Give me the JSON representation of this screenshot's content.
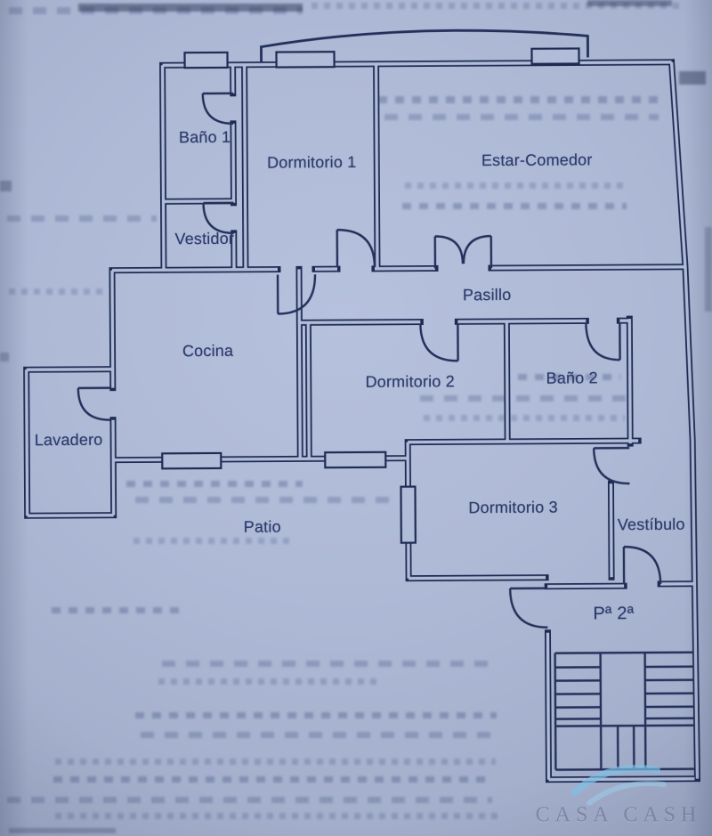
{
  "rooms": {
    "bano1": "Baño 1",
    "dormitorio1": "Dormitorio 1",
    "estar_comedor": "Estar-Comedor",
    "vestidor": "Vestidor",
    "pasillo": "Pasillo",
    "cocina": "Cocina",
    "dormitorio2": "Dormitorio 2",
    "bano2": "Baño 2",
    "lavadero": "Lavadero",
    "patio": "Patio",
    "dormitorio3": "Dormitorio 3",
    "vestibulo": "Vestíbulo",
    "planta": "Pª 2ª"
  },
  "watermark": {
    "text": "CASA CASH",
    "logo_icon": "wave-swoosh-icon",
    "text_color": "#77819f",
    "logo_color": "#7fc3e9"
  },
  "colors": {
    "paper": "#aeb9d5",
    "ink": "#1e2a52",
    "label_ink": "#2c3a6b"
  }
}
